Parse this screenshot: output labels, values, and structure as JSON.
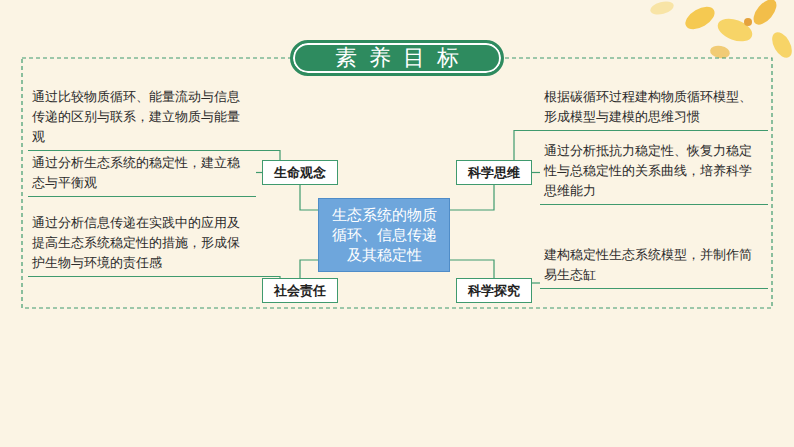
{
  "diagram": {
    "title": "素养目标",
    "nodes": [
      {
        "text": [
          "通过比较物质循环、能量流动与信息传递的区别与联系，建立物质与能量观"
        ]
      },
      {
        "text": [
          "通过分析生态系统的稳定性，建立稳态与平衡观"
        ]
      },
      {
        "text": [
          "生命观念"
        ]
      },
      {
        "text": [
          "根据碳循环过程建构物质循环模型、形成模型与建模的思维习惯"
        ]
      },
      {
        "text": [
          "科学思维"
        ]
      },
      {
        "text": [
          "通过分析抵抗力稳定性、恢复力稳定性与总稳定性的关系曲线，培养科学思维能力"
        ]
      },
      {
        "text": [
          "生态系统的物质循环、信息传递及其稳定性"
        ]
      },
      {
        "text": [
          "通过分析信息传递在实践中的应用及提高生态系统稳定性的措施，形成保护生物与环境的责任感"
        ]
      },
      {
        "text": [
          "社会责任"
        ]
      },
      {
        "text": [
          "科学探究"
        ]
      },
      {
        "text": [
          "建构稳定性生态系统模型，并制作简易生态缸"
        ]
      }
    ],
    "edges": [
      {
        "from": 6,
        "to": 2,
        "arrow": "none"
      },
      {
        "from": 6,
        "to": 4,
        "arrow": "none"
      },
      {
        "from": 6,
        "to": 8,
        "arrow": "none"
      },
      {
        "from": 6,
        "to": 9,
        "arrow": "none"
      },
      {
        "from": 2,
        "to": 0,
        "arrow": "none"
      },
      {
        "from": 2,
        "to": 1,
        "arrow": "none"
      },
      {
        "from": 4,
        "to": 3,
        "arrow": "none"
      },
      {
        "from": 4,
        "to": 5,
        "arrow": "none"
      },
      {
        "from": 8,
        "to": 7,
        "arrow": "none"
      },
      {
        "from": 9,
        "to": 10,
        "arrow": "none"
      }
    ]
  }
}
